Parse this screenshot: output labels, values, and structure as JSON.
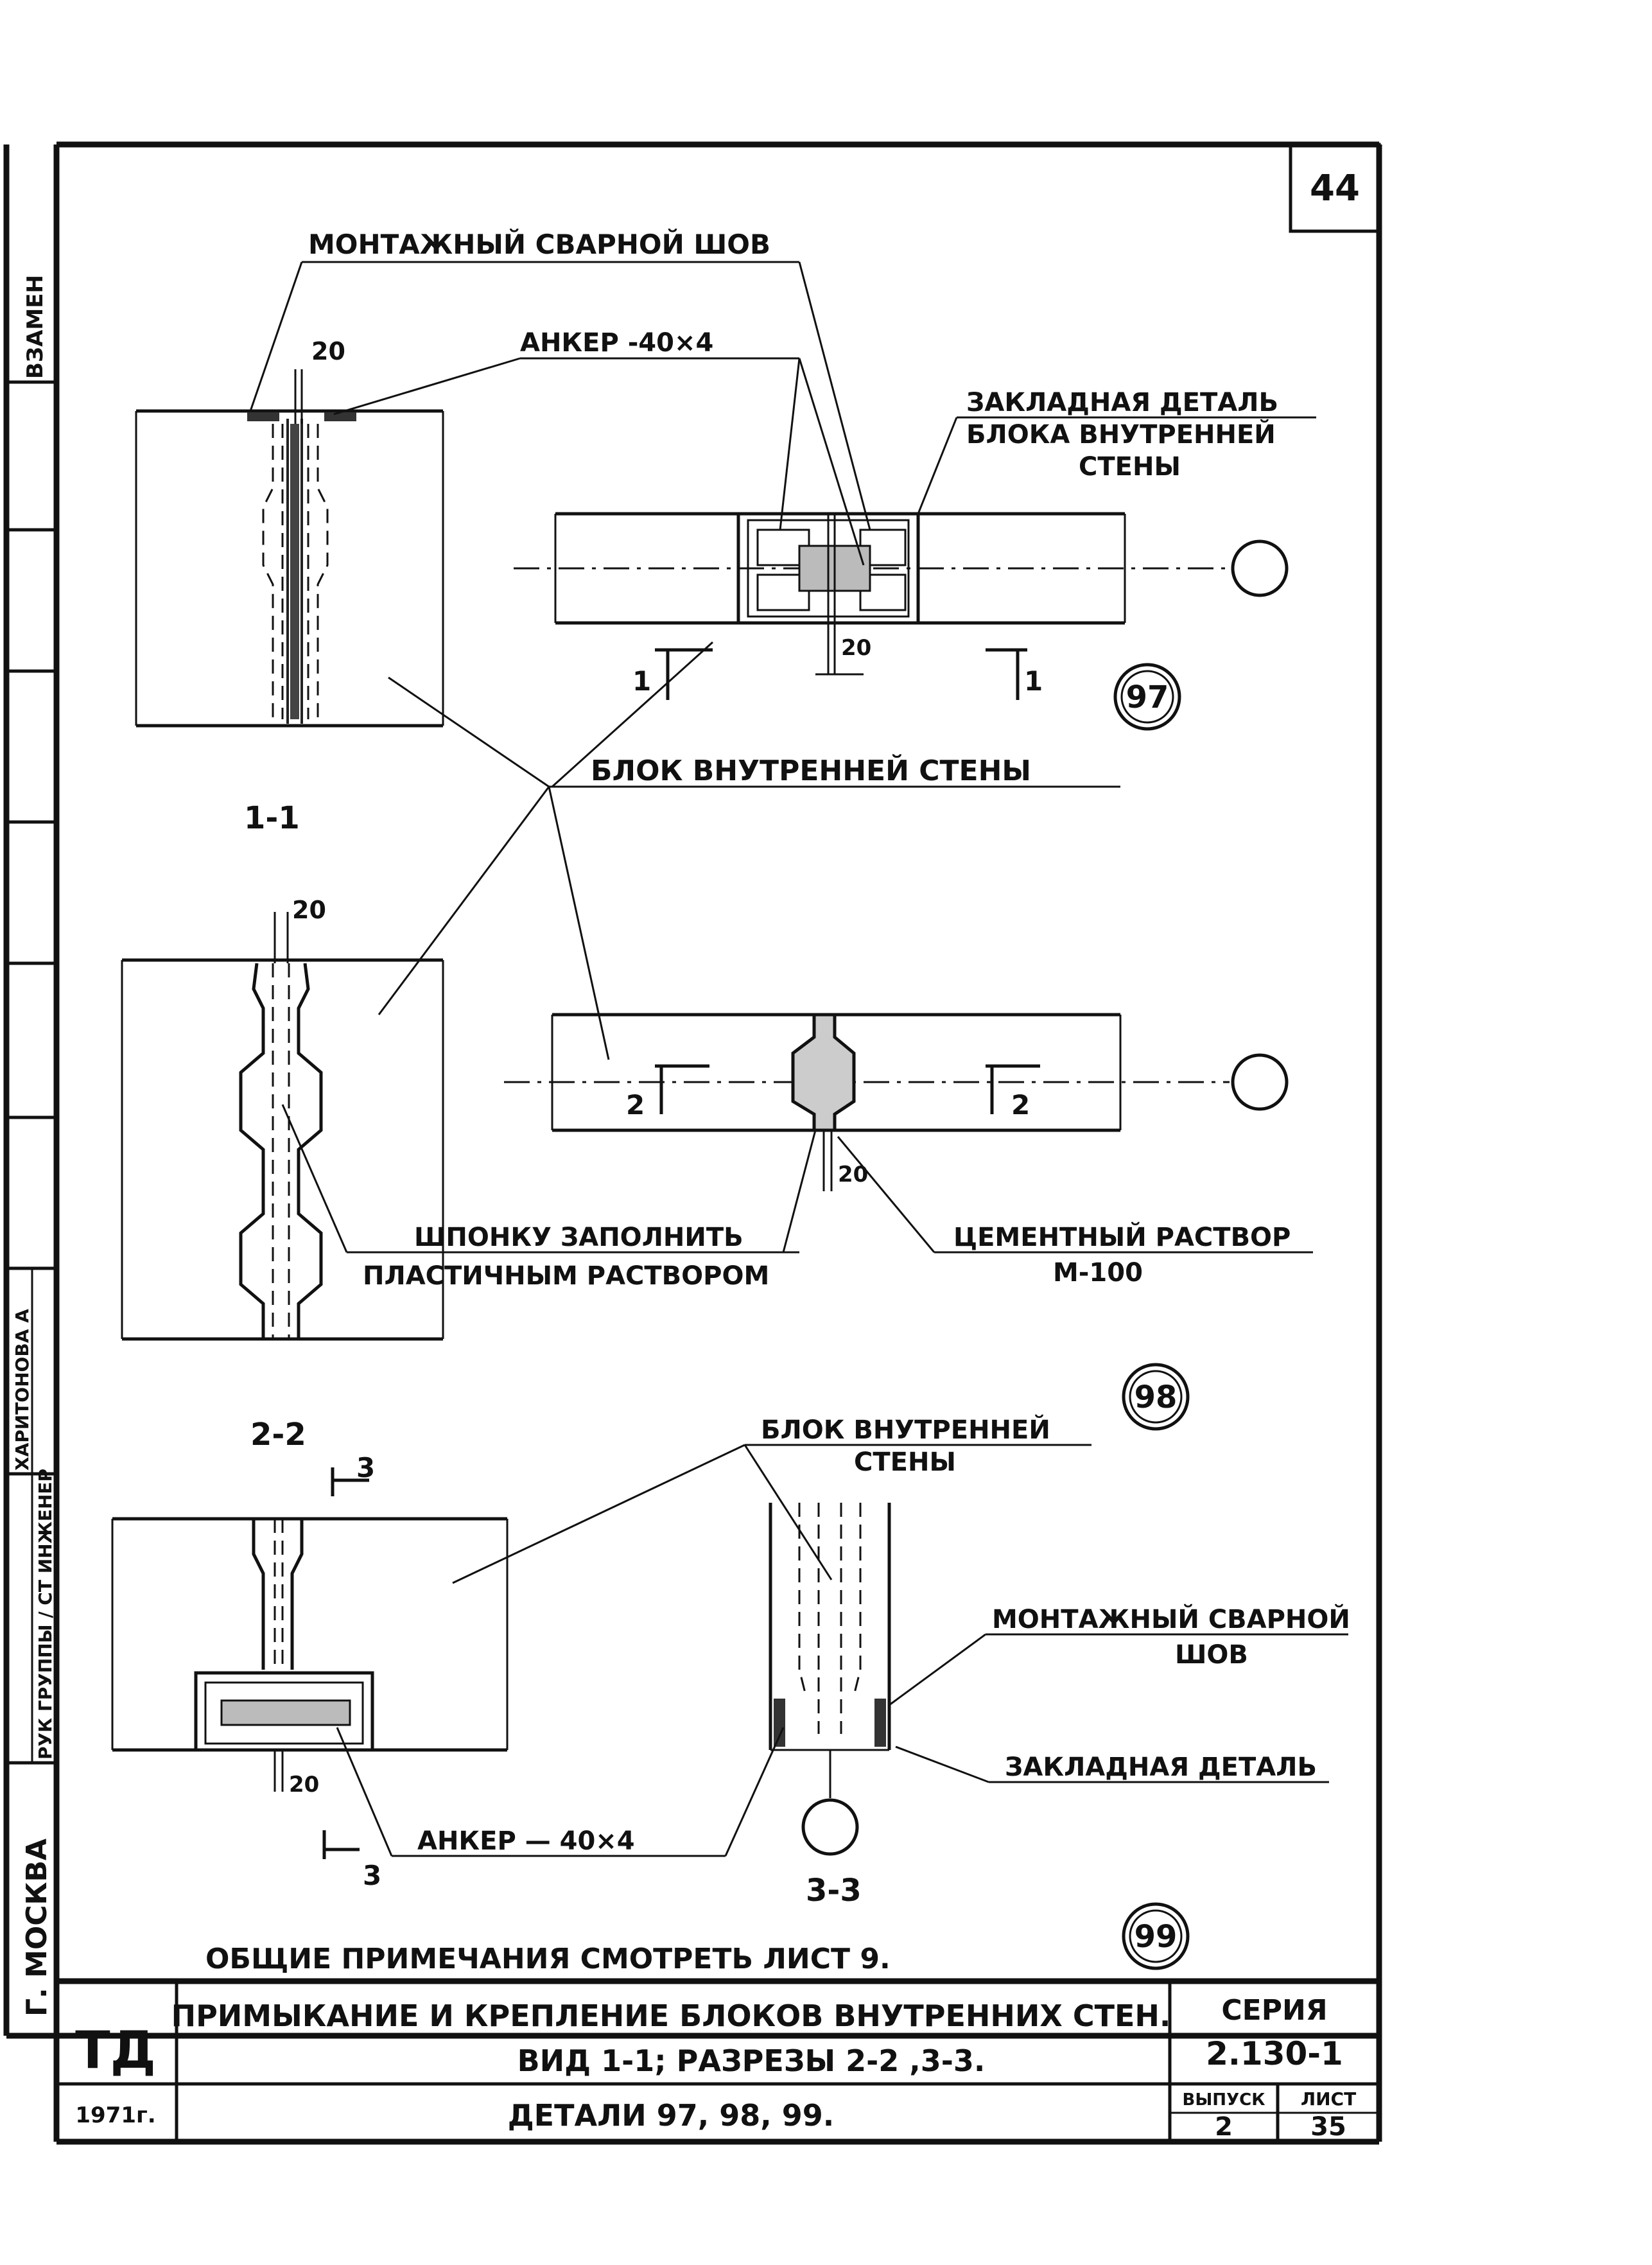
{
  "sheet_number": "44",
  "side_strip": {
    "replaces": "ВЗАМЕН",
    "roles": "РУК ГРУППЫ / СТ ИНЖЕНЕР",
    "names": "ХАРИТОНОВА А",
    "city": "Г. МОСКВА"
  },
  "labels": {
    "weld_seam_top": "МОНТАЖНЫЙ СВАРНОЙ ШОВ",
    "anchor_top": "АНКЕР -40×4",
    "embedded_part_l1": "ЗАКЛАДНАЯ ДЕТАЛЬ",
    "embedded_part_l2": "БЛОКА ВНУТРЕННЕЙ",
    "embedded_part_l3": "СТЕНЫ",
    "inner_wall_block": "БЛОК ВНУТРЕННЕЙ СТЕНЫ",
    "fill_key_l1": "ШПОНКУ ЗАПОЛНИТЬ",
    "fill_key_l2": "ПЛАСТИЧНЫМ РАСТВОРОМ",
    "cement_l1": "ЦЕМЕНТНЫЙ РАСТВОР",
    "cement_l2": "М-100",
    "inner_wall_l1": "БЛОК ВНУТРЕННЕЙ",
    "inner_wall_l2": "СТЕНЫ",
    "weld_seam_b_l1": "МОНТАЖНЫЙ СВАРНОЙ",
    "weld_seam_b_l2": "ШОВ",
    "embedded_part_b": "ЗАКЛАДНАЯ ДЕТАЛЬ",
    "anchor_bottom": "АНКЕР — 40×4",
    "general_notes": "ОБЩИЕ ПРИМЕЧАНИЯ СМОТРЕТЬ ЛИСТ 9."
  },
  "dims": {
    "d1": "20",
    "d2": "20",
    "d3": "20",
    "d4": "20",
    "d5": "20"
  },
  "sections": {
    "s11": "1-1",
    "s22": "2-2",
    "s33": "3-3",
    "cut1": "1",
    "cut2": "2",
    "cut3": "3"
  },
  "details": {
    "d97": "97",
    "d98": "98",
    "d99": "99"
  },
  "title_block": {
    "org": "ТД",
    "year": "1971г.",
    "title_l1": "ПРИМЫКАНИЕ И КРЕПЛЕНИЕ БЛОКОВ ВНУТРЕННИХ СТЕН.",
    "title_l2": "ВИД 1-1; РАЗРЕЗЫ 2-2 ,3-3.",
    "title_l3": "ДЕТАЛИ 97, 98, 99.",
    "series_label": "СЕРИЯ",
    "series_value": "2.130-1",
    "issue_label": "ВЫПУСК",
    "issue_value": "2",
    "sheet_label": "ЛИСТ",
    "sheet_value": "35"
  }
}
